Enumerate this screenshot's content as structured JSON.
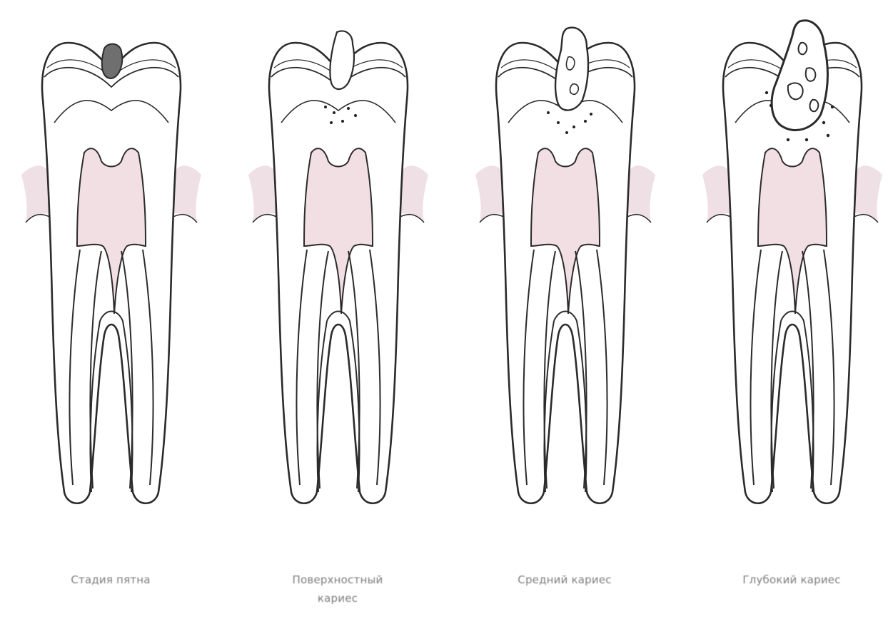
{
  "colors": {
    "outline": "#2b2b2b",
    "pulp": "#f2dfe4",
    "gum": "#ead6dc",
    "lesion_dark": "#6f6f6f",
    "lesion_spots": "#222222",
    "caption": "#7c7c7c"
  },
  "stages": [
    {
      "id": "spot",
      "caption": "Стадия пятна",
      "lesion": "spot"
    },
    {
      "id": "superficial",
      "caption": "Поверхностный кариес",
      "lesion": "superficial"
    },
    {
      "id": "medium",
      "caption": "Средний кариес",
      "lesion": "medium"
    },
    {
      "id": "deep",
      "caption": "Глубокий кариес",
      "lesion": "deep"
    }
  ]
}
